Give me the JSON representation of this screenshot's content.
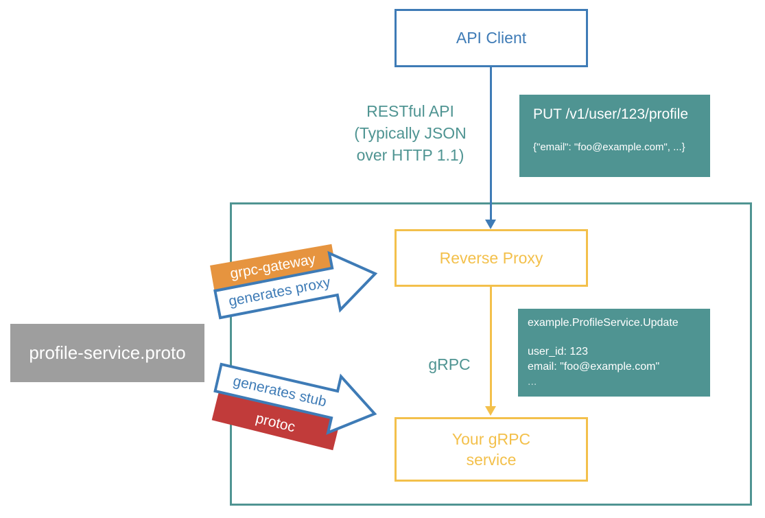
{
  "colors": {
    "blue": "#3e7bb6",
    "teal": "#4f9492",
    "yellow": "#f3c04b",
    "orange": "#e6943f",
    "red": "#c13b3a",
    "gray": "#9e9e9e"
  },
  "api_client": {
    "label": "API Client"
  },
  "rest_edge": {
    "line1": "RESTful API",
    "line2": "(Typically JSON",
    "line3": "over HTTP 1.1)"
  },
  "http_request": {
    "title": "PUT /v1/user/123/profile",
    "body": "{\"email\": \"foo@example.com\", ...}"
  },
  "reverse_proxy": {
    "label": "Reverse Proxy"
  },
  "grpc_edge": {
    "label": "gRPC"
  },
  "grpc_request": {
    "title": "example.ProfileService.Update",
    "line1": "user_id: 123",
    "line2": "email: \"foo@example.com\"",
    "line3": "..."
  },
  "grpc_service": {
    "line1": "Your gRPC",
    "line2": "service"
  },
  "proto_file": {
    "label": "profile-service.proto"
  },
  "gateway": {
    "banner": "grpc-gateway",
    "arrow_label": "generates proxy"
  },
  "protoc": {
    "banner": "protoc",
    "arrow_label": "generates stub"
  }
}
